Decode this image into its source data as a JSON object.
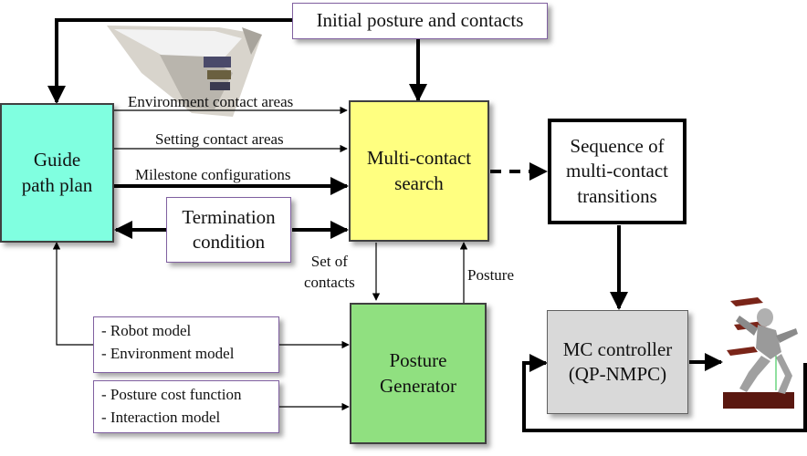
{
  "nodes": {
    "initial": "Initial posture and contacts",
    "guide": [
      "Guide",
      "path plan"
    ],
    "search": [
      "Multi-contact",
      "search"
    ],
    "termination": [
      "Termination",
      "condition"
    ],
    "sequence": [
      "Sequence of",
      "multi-contact",
      "transitions"
    ],
    "posture_gen": [
      "Posture",
      "Generator"
    ],
    "mc": [
      "MC controller",
      "(QP-NMPC)"
    ]
  },
  "edges": {
    "env_contact": "Environment contact areas",
    "setting_contact": "Setting contact areas",
    "milestone": "Milestone configurations",
    "set_contacts": [
      "Set of",
      "contacts"
    ],
    "posture": "Posture"
  },
  "inputs": {
    "models": [
      "- Robot model",
      "- Environment model"
    ],
    "cost": [
      "- Posture cost function",
      "- Interaction model"
    ]
  },
  "colors": {
    "guide": "#80ffe0",
    "search": "#ffff80",
    "posture_gen": "#90e080",
    "mc": "#d9d9d9",
    "list_border": "#8060a0"
  }
}
